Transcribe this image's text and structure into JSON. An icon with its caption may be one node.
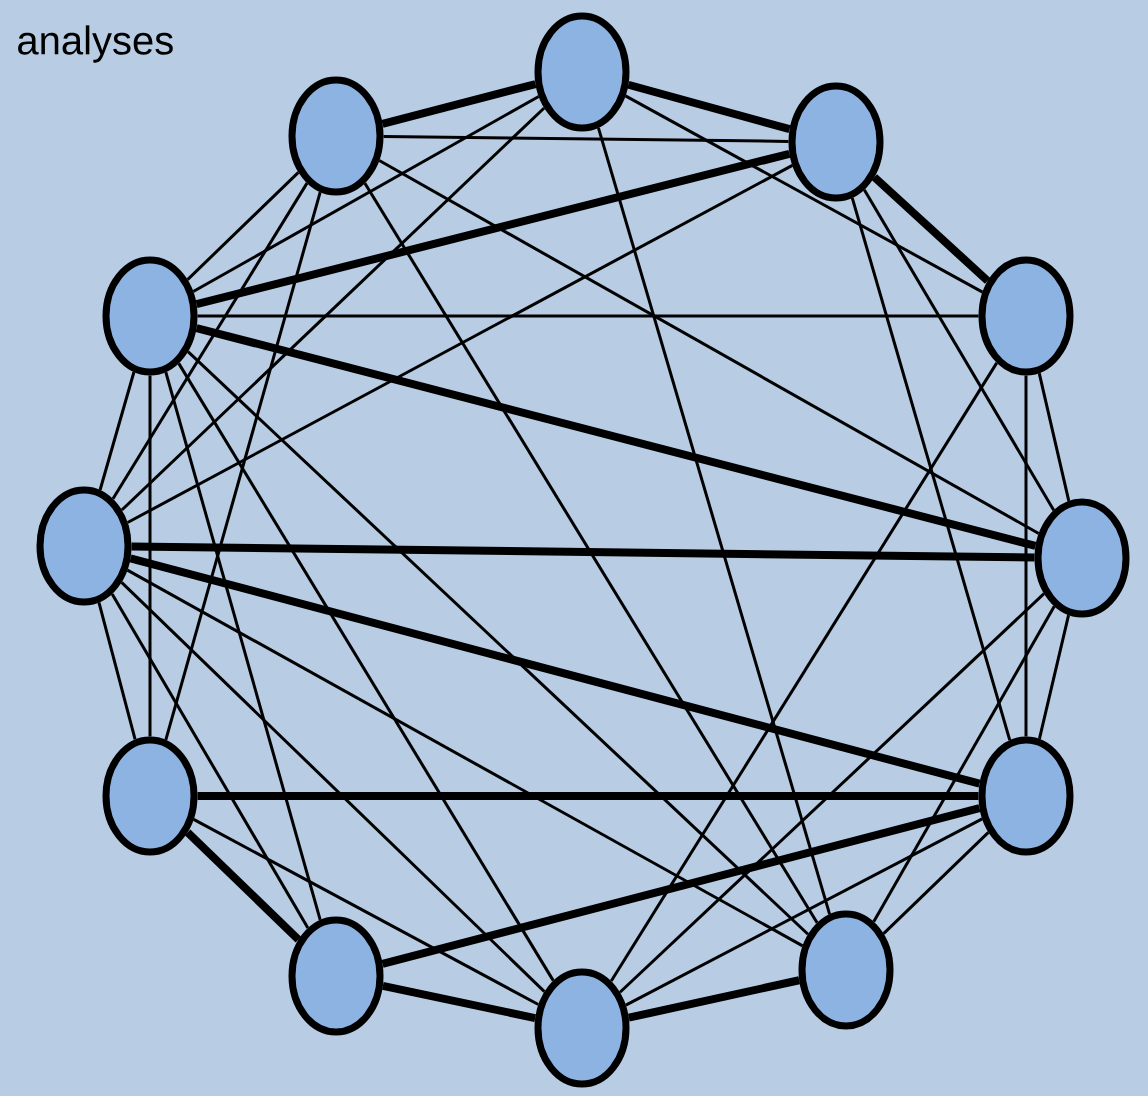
{
  "diagram": {
    "nodes": [
      {
        "text": [],
        "shape": "circle"
      },
      {
        "text": [],
        "shape": "circle"
      },
      {
        "text": [],
        "shape": "circle"
      },
      {
        "text": [],
        "shape": "circle"
      },
      {
        "text": [],
        "shape": "circle"
      },
      {
        "text": [],
        "shape": "circle"
      },
      {
        "text": [],
        "shape": "circle"
      },
      {
        "text": [],
        "shape": "circle"
      },
      {
        "text": [],
        "shape": "circle"
      },
      {
        "text": [],
        "shape": "circle"
      },
      {
        "text": [],
        "shape": "circle"
      },
      {
        "text": [],
        "shape": "circle"
      }
    ],
    "edges": [
      {
        "from": 0,
        "to": 1,
        "arrow": "none",
        "style": "thick"
      },
      {
        "from": 0,
        "to": 2,
        "arrow": "none",
        "style": "thick"
      },
      {
        "from": 1,
        "to": 3,
        "arrow": "none"
      },
      {
        "from": 2,
        "to": 4,
        "arrow": "none",
        "style": "thick"
      },
      {
        "from": 3,
        "to": 5,
        "arrow": "none"
      },
      {
        "from": 4,
        "to": 6,
        "arrow": "none"
      },
      {
        "from": 5,
        "to": 7,
        "arrow": "none"
      },
      {
        "from": 6,
        "to": 8,
        "arrow": "none"
      },
      {
        "from": 7,
        "to": 9,
        "arrow": "none",
        "style": "thick"
      },
      {
        "from": 8,
        "to": 11,
        "arrow": "none"
      },
      {
        "from": 9,
        "to": 10,
        "arrow": "none",
        "style": "thick"
      },
      {
        "from": 10,
        "to": 11,
        "arrow": "none",
        "style": "thick"
      },
      {
        "from": 1,
        "to": 2,
        "arrow": "none"
      },
      {
        "from": 3,
        "to": 4,
        "arrow": "none"
      },
      {
        "from": 5,
        "to": 6,
        "arrow": "none",
        "style": "thick"
      },
      {
        "from": 7,
        "to": 8,
        "arrow": "none",
        "style": "thick"
      },
      {
        "from": 3,
        "to": 6,
        "arrow": "none",
        "style": "thick"
      },
      {
        "from": 5,
        "to": 8,
        "arrow": "none",
        "style": "thick"
      },
      {
        "from": 3,
        "to": 2,
        "arrow": "none",
        "style": "thick"
      },
      {
        "from": 9,
        "to": 8,
        "arrow": "none",
        "style": "thick"
      },
      {
        "from": 0,
        "to": 3,
        "arrow": "none"
      },
      {
        "from": 0,
        "to": 5,
        "arrow": "none"
      },
      {
        "from": 0,
        "to": 11,
        "arrow": "none"
      },
      {
        "from": 0,
        "to": 4,
        "arrow": "none"
      },
      {
        "from": 1,
        "to": 5,
        "arrow": "none"
      },
      {
        "from": 1,
        "to": 7,
        "arrow": "none"
      },
      {
        "from": 1,
        "to": 11,
        "arrow": "none"
      },
      {
        "from": 1,
        "to": 6,
        "arrow": "none"
      },
      {
        "from": 2,
        "to": 5,
        "arrow": "none"
      },
      {
        "from": 2,
        "to": 8,
        "arrow": "none"
      },
      {
        "from": 2,
        "to": 6,
        "arrow": "none"
      },
      {
        "from": 4,
        "to": 8,
        "arrow": "none"
      },
      {
        "from": 4,
        "to": 10,
        "arrow": "none"
      },
      {
        "from": 3,
        "to": 7,
        "arrow": "none"
      },
      {
        "from": 3,
        "to": 10,
        "arrow": "none"
      },
      {
        "from": 3,
        "to": 11,
        "arrow": "none"
      },
      {
        "from": 3,
        "to": 9,
        "arrow": "none"
      },
      {
        "from": 5,
        "to": 10,
        "arrow": "none"
      },
      {
        "from": 5,
        "to": 9,
        "arrow": "none"
      },
      {
        "from": 5,
        "to": 11,
        "arrow": "none"
      },
      {
        "from": 7,
        "to": 10,
        "arrow": "none"
      },
      {
        "from": 6,
        "to": 10,
        "arrow": "none"
      },
      {
        "from": 6,
        "to": 11,
        "arrow": "none"
      },
      {
        "from": 8,
        "to": 10,
        "arrow": "none"
      }
    ],
    "labels": [
      "analyses"
    ]
  }
}
